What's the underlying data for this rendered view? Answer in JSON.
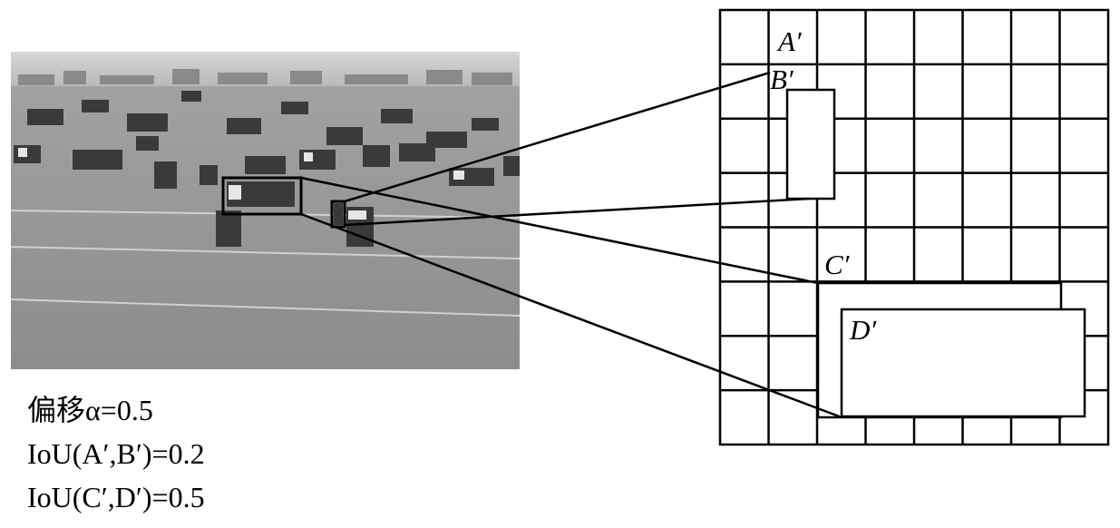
{
  "captions": {
    "offset": "偏移α=0.5",
    "iou_ab": "IoU(A′,B′)=0.2",
    "iou_cd": "IoU(C′,D′)=0.5"
  },
  "labels": {
    "a": "A′",
    "b": "B′",
    "c": "C′",
    "d": "D′"
  },
  "grid": {
    "columns": 8,
    "rows": 8
  },
  "colors": {
    "line": "#000000",
    "photo_sky": "#d8d8d8",
    "photo_ground": "#9a9a9a"
  }
}
